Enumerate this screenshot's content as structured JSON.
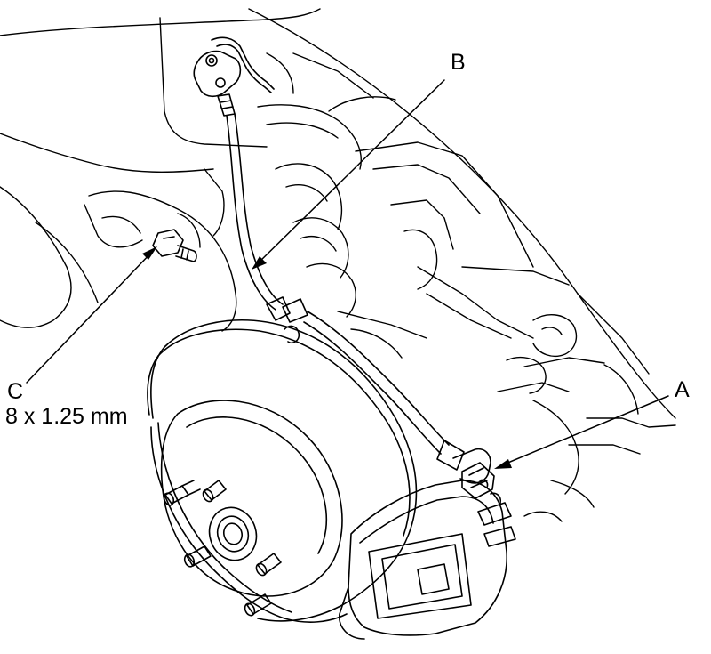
{
  "callouts": {
    "a": "A",
    "b": "B",
    "c": "C",
    "c_spec": "8 x 1.25 mm"
  },
  "colors": {
    "line": "#000000",
    "background": "#ffffff"
  }
}
